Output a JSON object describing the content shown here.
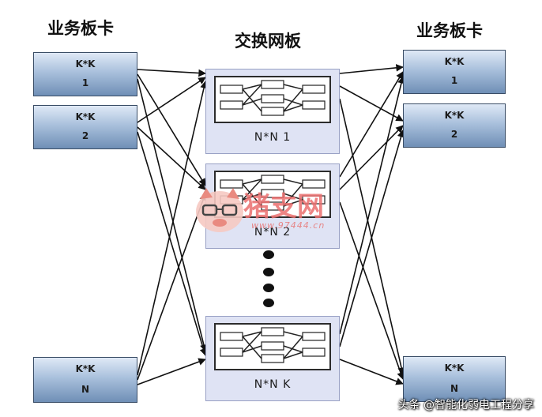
{
  "left_title": "业务板卡",
  "center_title": "交换网板",
  "right_title": "业务板卡",
  "left_cards": [
    {
      "kk": "K*K",
      "num": "1"
    },
    {
      "kk": "K*K",
      "num": "2"
    },
    {
      "kk": "K*K",
      "num": "N"
    }
  ],
  "right_cards": [
    {
      "kk": "K*K",
      "num": "1"
    },
    {
      "kk": "K*K",
      "num": "2"
    },
    {
      "kk": "K*K",
      "num": "N"
    }
  ],
  "switch_boards": [
    {
      "label": "N*N  1"
    },
    {
      "label": "N*N  2"
    },
    {
      "label": "N*N  K"
    }
  ],
  "watermark": {
    "text": "猪支网",
    "url": "www.97444.cn"
  },
  "footer": "头条 @智能化弱电工程分享",
  "colors": {
    "card_top": "#dfe9f6",
    "card_bottom": "#6f8fb6",
    "switch_bg": "#dfe3f4",
    "watermark": "#ea6f6f"
  }
}
